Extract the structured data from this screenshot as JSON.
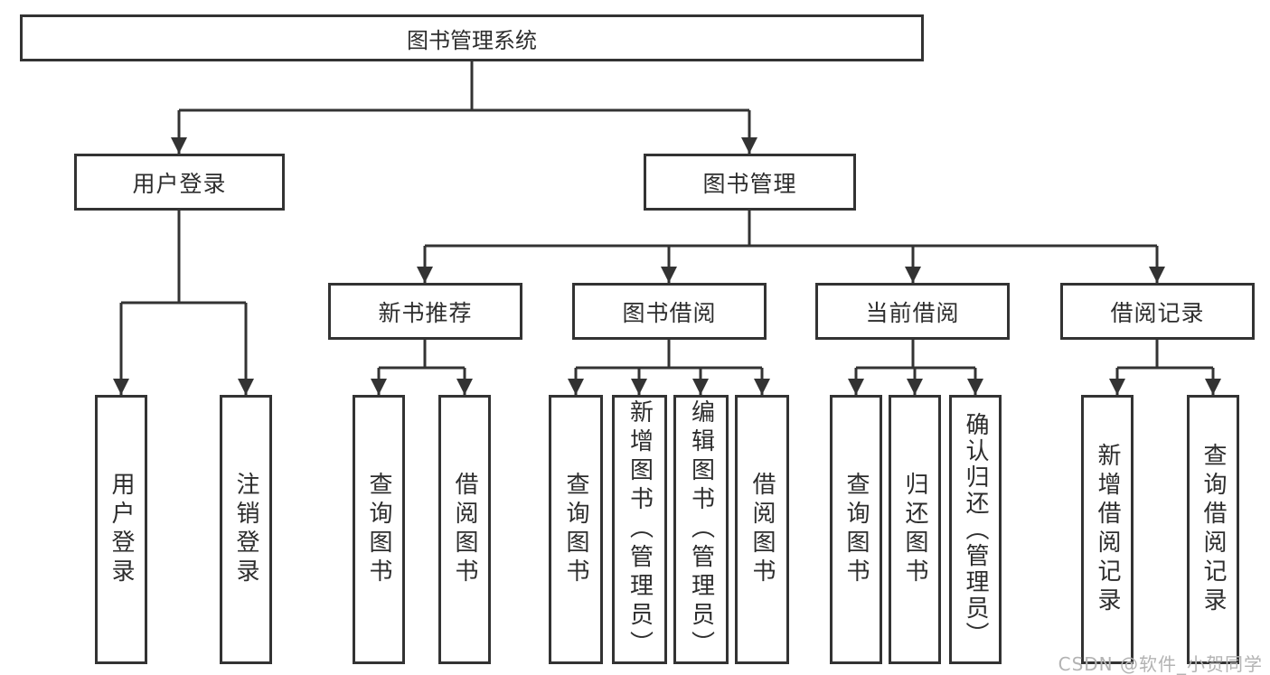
{
  "title": "图书管理系统",
  "level2": [
    "用户登录",
    "图书管理"
  ],
  "level3": [
    "新书推荐",
    "图书借阅",
    "当前借阅",
    "借阅记录"
  ],
  "leaves": [
    "用户登录",
    "注销登录",
    "查询图书",
    "借阅图书",
    "查询图书",
    "新增图书（管理员）",
    "编辑图书（管理员）",
    "借阅图书",
    "查询图书",
    "归还图书",
    "确认归还（管理员）",
    "新增借阅记录",
    "查询借阅记录"
  ],
  "watermark": "CSDN @软件_小贺同学",
  "colors": {
    "line": "#333333",
    "text": "#2d2d2d",
    "box_background": "#ffffff",
    "watermark": "#b3b3b3"
  }
}
